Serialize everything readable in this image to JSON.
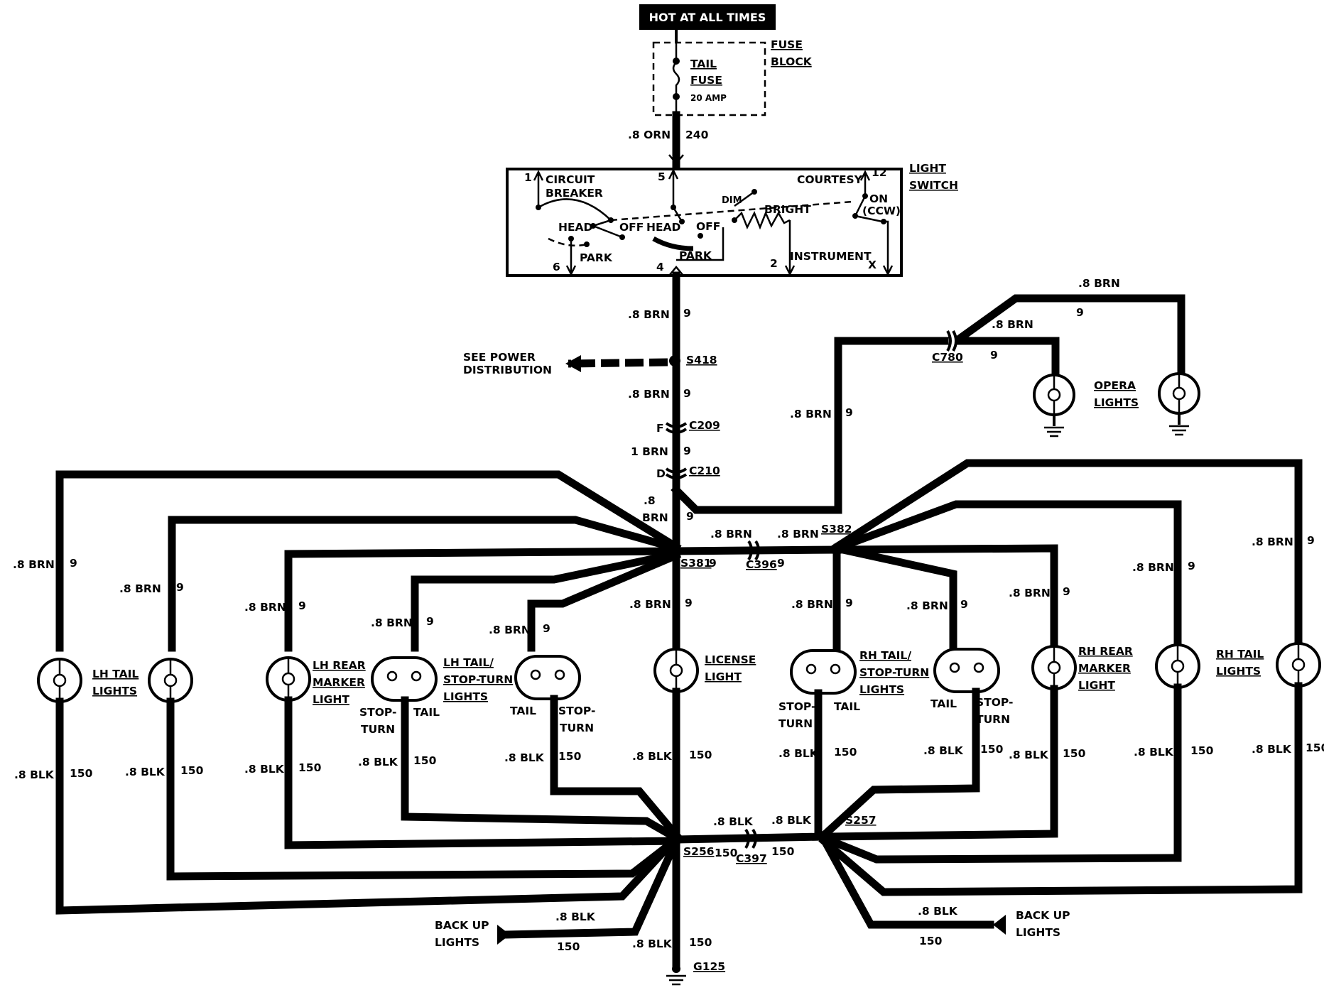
{
  "header": {
    "hot_label": "HOT AT ALL TIMES"
  },
  "fuse_block": {
    "label_line1": "FUSE",
    "label_line2": "BLOCK",
    "fuse_line1": "TAIL",
    "fuse_line2": "FUSE",
    "rating": "20 AMP"
  },
  "feed_wire": {
    "size": ".8 ORN",
    "circuit": "240"
  },
  "light_switch": {
    "label_line1": "LIGHT",
    "label_line2": "SWITCH",
    "terminals": {
      "t1": "1",
      "t5": "5",
      "t12": "12",
      "t6": "6",
      "t4": "4",
      "t2": "2",
      "tx": "X"
    },
    "labels": {
      "circuit": "CIRCUIT",
      "breaker": "BREAKER",
      "courtesy": "COURTESY",
      "dim": "DIM",
      "bright": "BRIGHT",
      "on": "ON",
      "ccw": "(CCW)",
      "head1": "HEAD",
      "off1": "OFF",
      "head2": "HEAD",
      "off2": "OFF",
      "park1": "PARK",
      "park2": "PARK",
      "instrument": "INSTRUMENT"
    }
  },
  "wires": {
    "brn": ".8 BRN",
    "brn1": "1 BRN",
    "brn_a": ".8",
    "brn_b": "BRN",
    "blk": ".8 BLK",
    "c9": "9",
    "c150": "150"
  },
  "connectors": {
    "s418": "S418",
    "c209": "C209",
    "c209_pin": "F",
    "c210": "C210",
    "c210_pin": "D",
    "c780": "C780",
    "s381": "S381",
    "c396": "C396",
    "s382": "S382",
    "s256": "S256",
    "c397": "C397",
    "s257": "S257",
    "g125": "G125"
  },
  "power_dist": {
    "line1": "SEE POWER",
    "line2": "DISTRIBUTION"
  },
  "opera": {
    "line1": "OPERA",
    "line2": "LIGHTS"
  },
  "lamps": {
    "lh_tail": {
      "line1": "LH TAIL",
      "line2": "LIGHTS"
    },
    "lh_marker": {
      "line1": "LH REAR",
      "line2": "MARKER",
      "line3": "LIGHT"
    },
    "lh_stop": {
      "line1": "LH TAIL/",
      "line2": "STOP-TURN",
      "line3": "LIGHTS"
    },
    "license": {
      "line1": "LICENSE",
      "line2": "LIGHT"
    },
    "rh_stop": {
      "line1": "RH TAIL/",
      "line2": "STOP-TURN",
      "line3": "LIGHTS"
    },
    "rh_marker": {
      "line1": "RH REAR",
      "line2": "MARKER",
      "line3": "LIGHT"
    },
    "rh_tail": {
      "line1": "RH TAIL",
      "line2": "LIGHTS"
    },
    "stop": "STOP-",
    "turn": "TURN",
    "tail": "TAIL"
  },
  "backup": {
    "line1": "BACK UP",
    "line2": "LIGHTS"
  }
}
